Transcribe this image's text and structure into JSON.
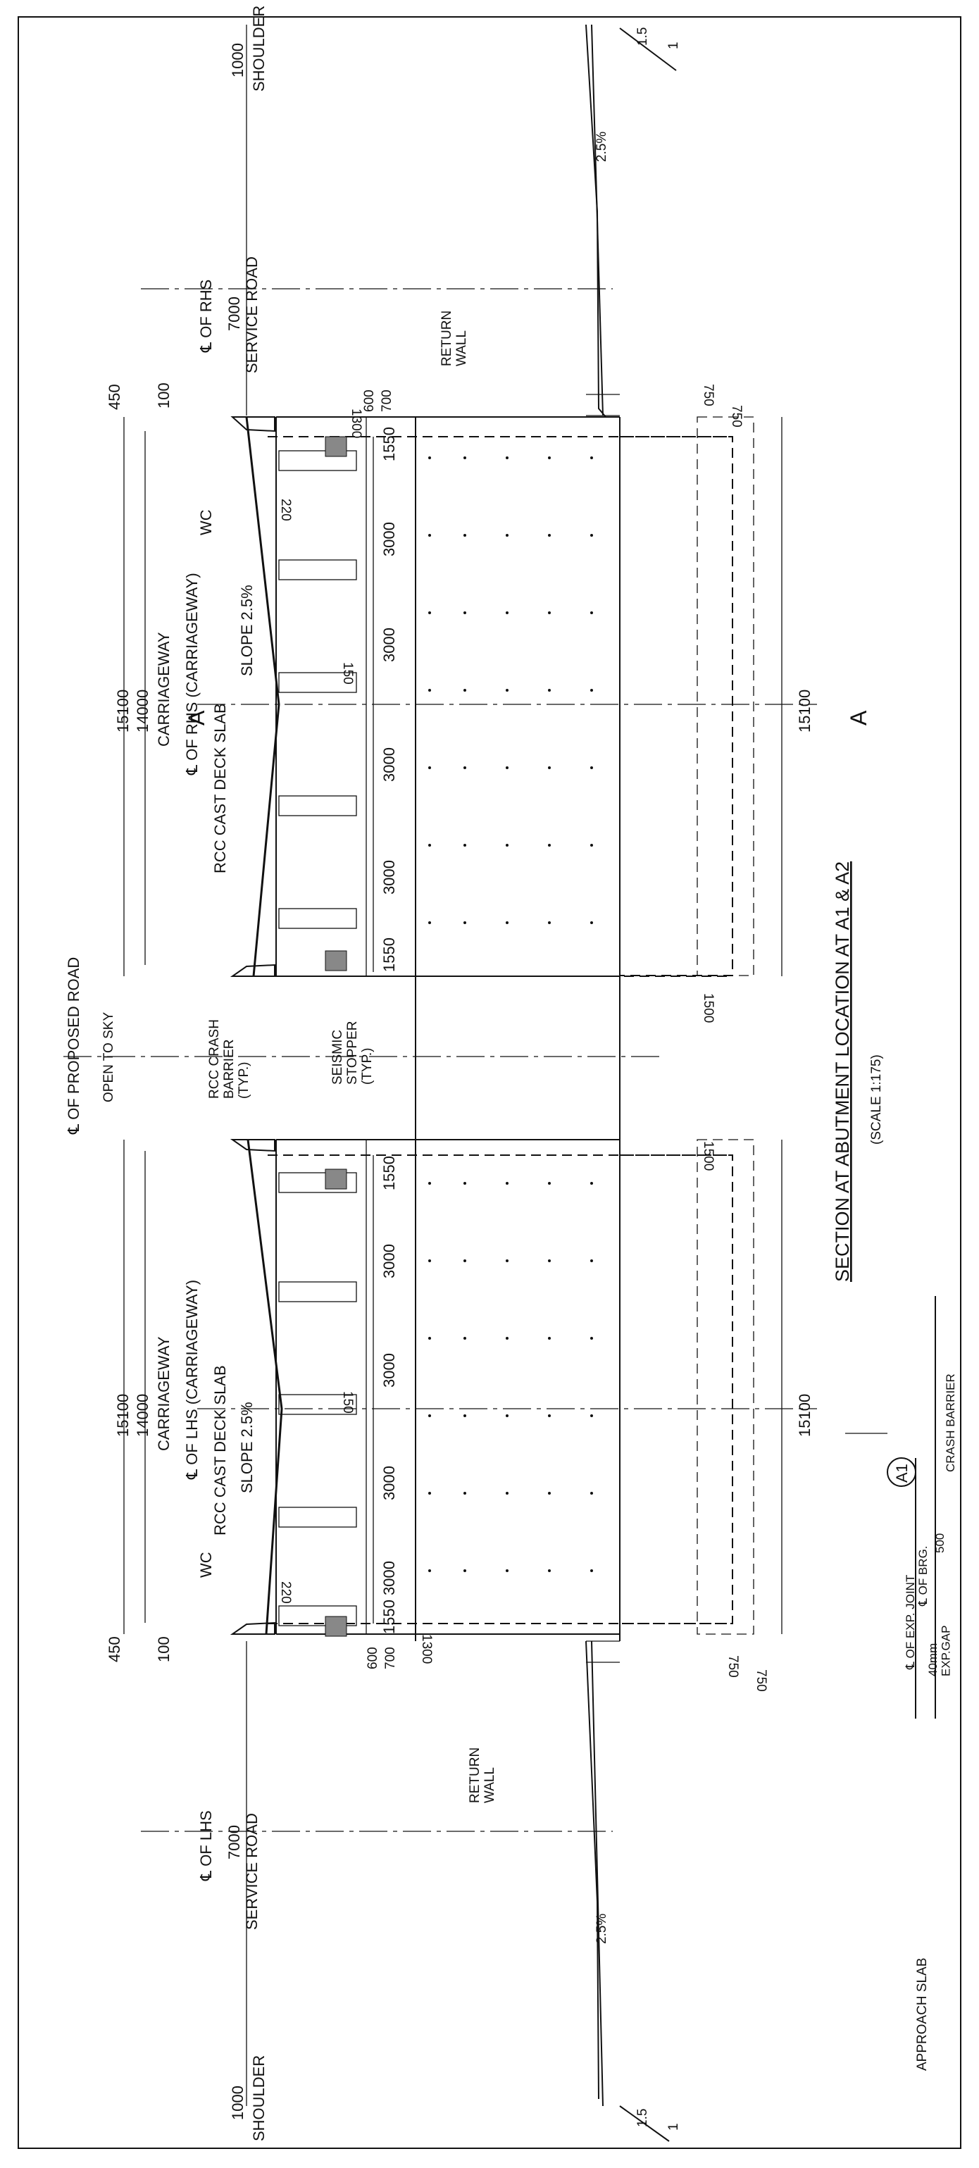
{
  "title": "SECTION AT ABUTMENT LOCATION AT A1 & A2",
  "scale": "(SCALE   1:175)",
  "section_marker": "A",
  "labels": {
    "cl_proposed_road": "℄ OF PROPOSED ROAD",
    "cl_rhs": "℄ OF RHS",
    "cl_lhs": "℄ OF LHS",
    "cl_rhs_carriageway": "℄ OF RHS (CARRIAGEWAY)",
    "cl_lhs_carriageway": "℄ OF LHS (CARRIAGEWAY)",
    "service_road": "SERVICE ROAD",
    "shoulder": "SHOULDER",
    "carriageway": "CARRIAGEWAY",
    "rcc_deck_slab": "RCC CAST DECK SLAB",
    "slope": "SLOPE 2.5%",
    "wc": "WC",
    "return_wall": "RETURN\nWALL",
    "open_to_sky": "OPEN TO SKY",
    "crash_barrier": "RCC CRASH\nBARRIER\n(TYP.)",
    "seismic_stopper": "SEISMIC\nSTOPPER\n(TYP.)",
    "approach_slab": "APPROACH SLAB",
    "exp_gap": "40mm\nEXP.GAP",
    "exp_joint": "℄ OF EXP. JOINT",
    "cl_brg": "℄ OF BRG.",
    "detail_crash_barrier": "CRASH BARRIER",
    "a1": "A1",
    "side_slope_h": "1.5",
    "side_slope_v": "1",
    "service_slope": "2.5%"
  },
  "dims": {
    "d15100": "15100",
    "d14000": "14000",
    "d7000": "7000",
    "d1000": "1000",
    "d450": "450",
    "d100": "100",
    "d3000": "3000",
    "d1550": "1550",
    "d150": "150",
    "d220": "220",
    "d1300": "1300",
    "d600": "600",
    "d700": "700",
    "d750": "750",
    "d1500": "1500",
    "d500": "500"
  }
}
